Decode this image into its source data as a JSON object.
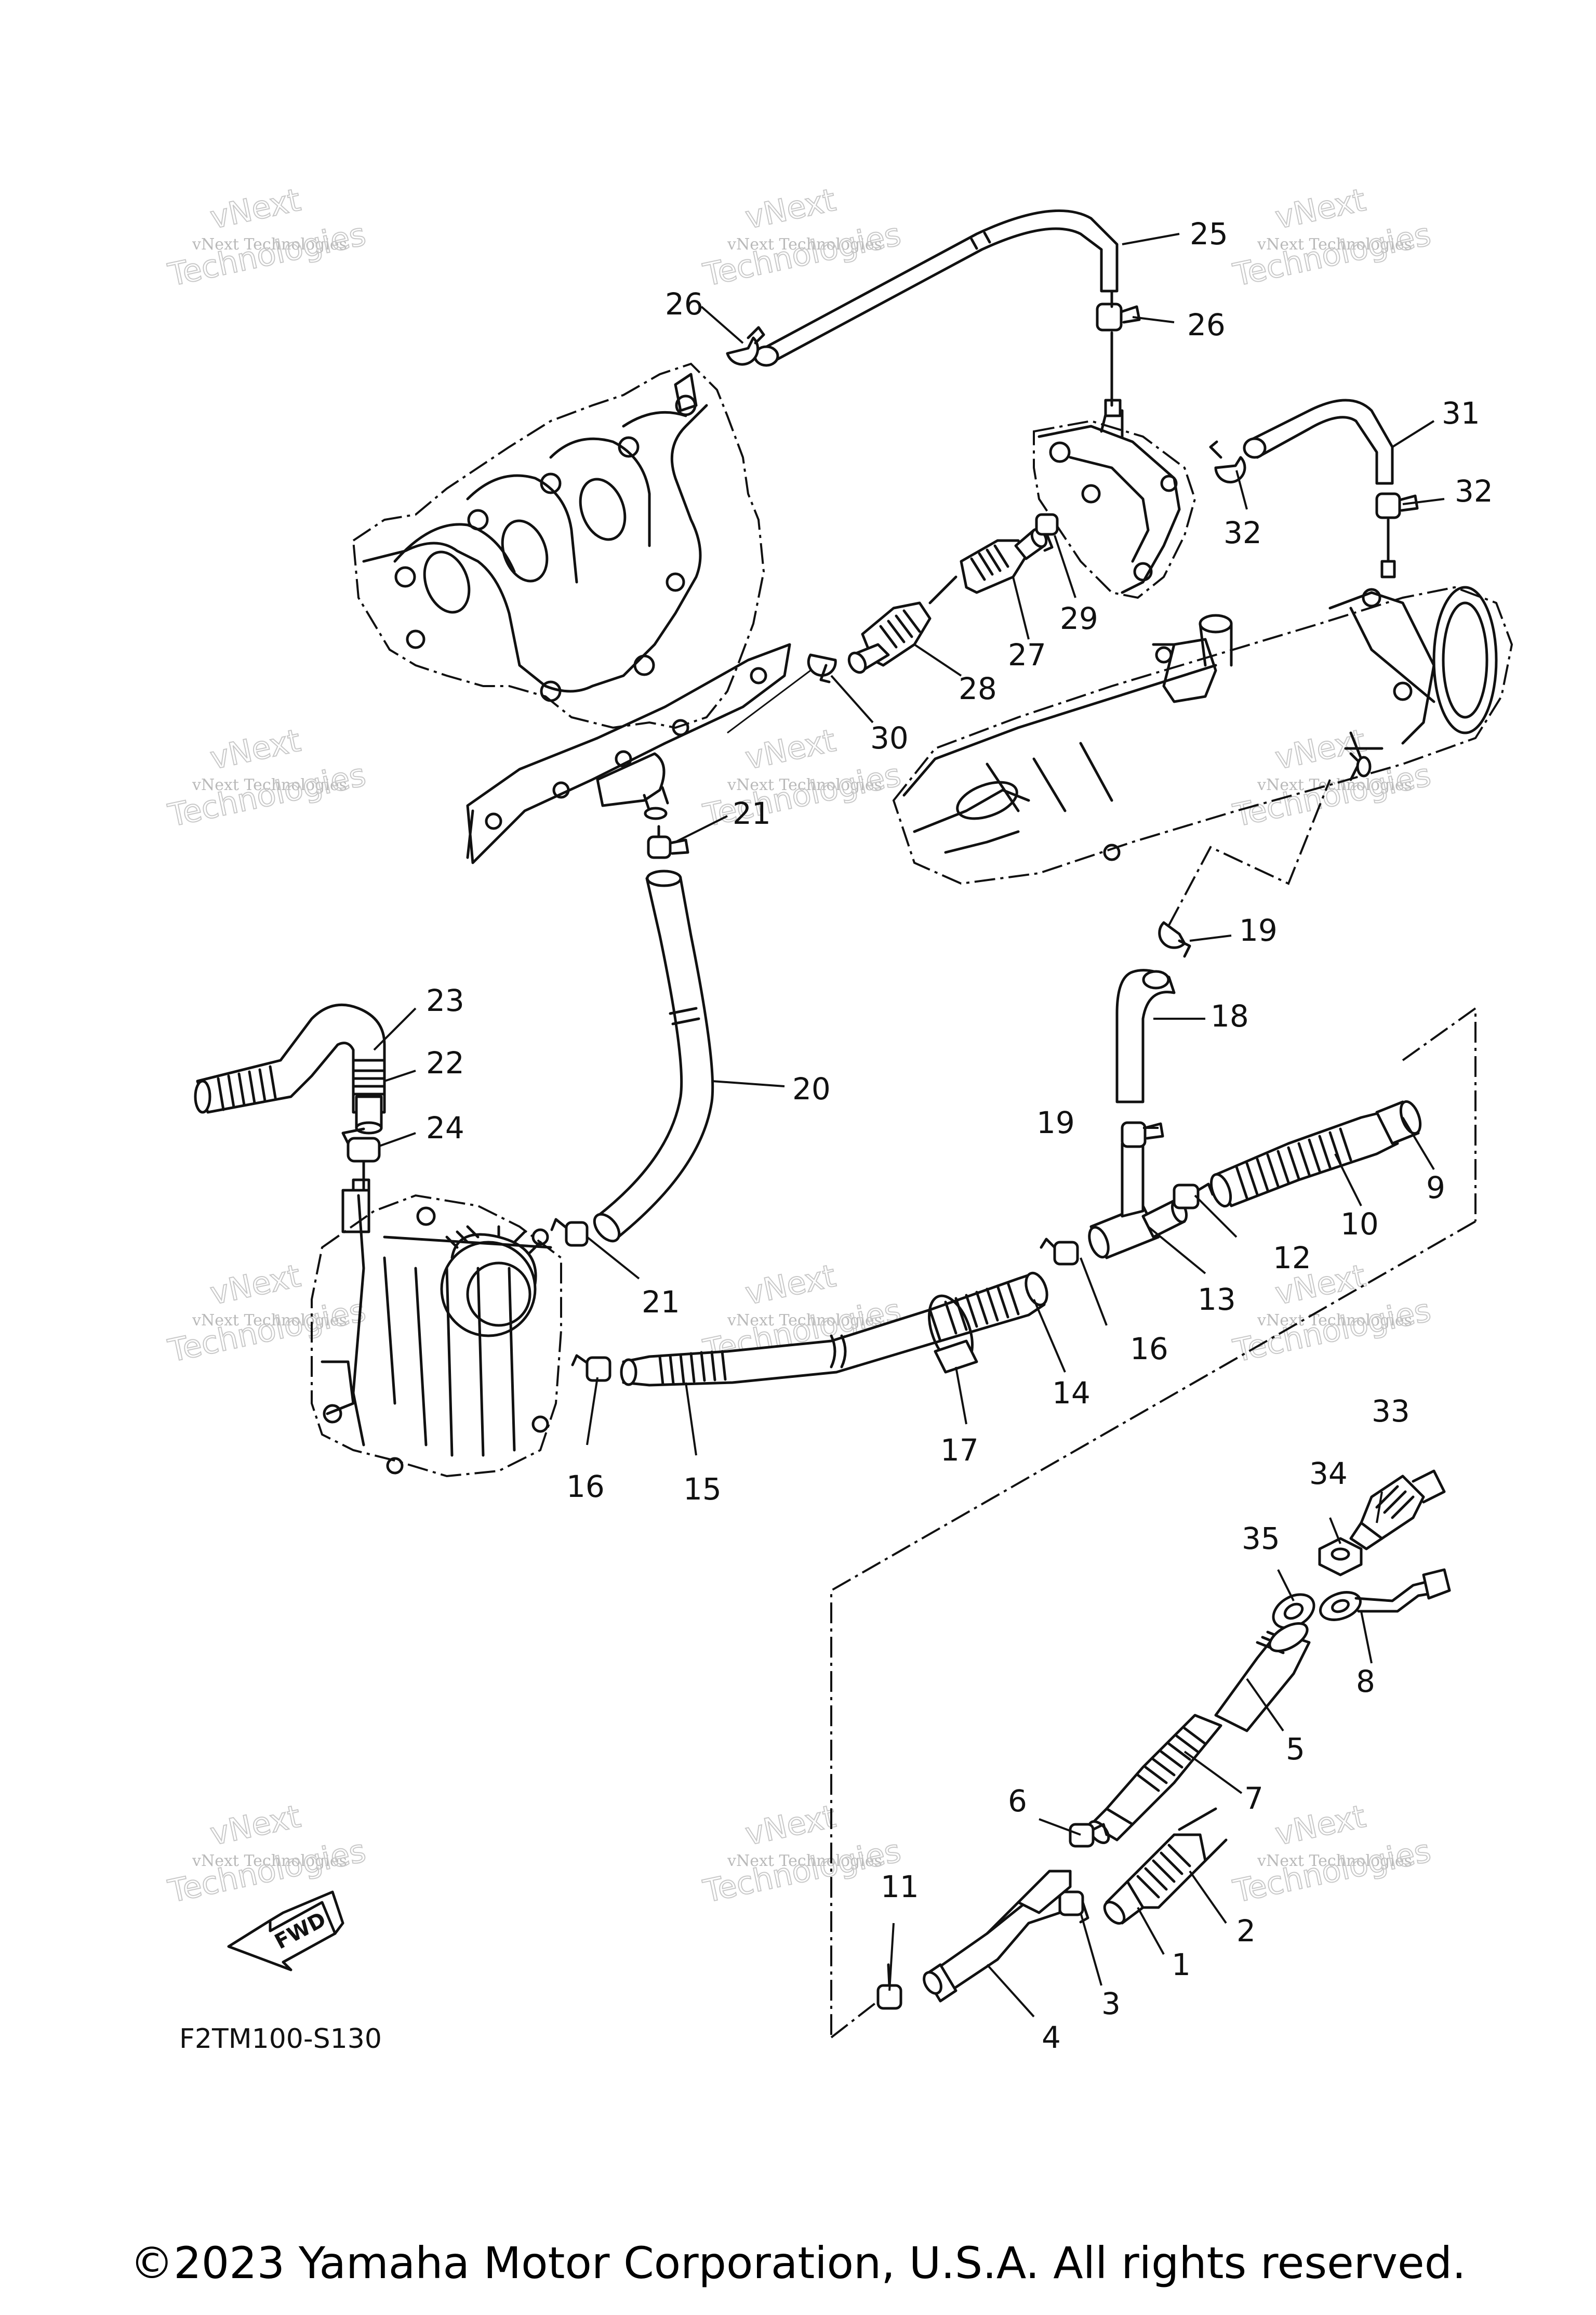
{
  "diagram": {
    "code": "F2TM100-S130",
    "fwd_label": "FWD",
    "copyright": "©2023 Yamaha Motor Corporation, U.S.A. All rights reserved.",
    "watermark": {
      "line1": "vNext",
      "line2": "vNext Technologies",
      "line3": "Technologies"
    },
    "callouts": [
      "1",
      "2",
      "3",
      "4",
      "5",
      "6",
      "7",
      "8",
      "9",
      "10",
      "11",
      "12",
      "13",
      "14",
      "15",
      "16",
      "17",
      "18",
      "19",
      "20",
      "21",
      "22",
      "23",
      "24",
      "25",
      "26",
      "27",
      "28",
      "29",
      "30",
      "31",
      "32",
      "33",
      "34",
      "35"
    ],
    "labels": {
      "c25": "25",
      "c26a": "26",
      "c26b": "26",
      "c31": "31",
      "c32a": "32",
      "c32b": "32",
      "c27": "27",
      "c29": "29",
      "c28": "28",
      "c30": "30",
      "c21a": "21",
      "c19a": "19",
      "c18": "18",
      "c23": "23",
      "c22": "22",
      "c20": "20",
      "c24": "24",
      "c19b": "19",
      "c9": "9",
      "c10": "10",
      "c12": "12",
      "c13": "13",
      "c21b": "21",
      "c16a": "16",
      "c14": "14",
      "c17": "17",
      "c16b": "16",
      "c15": "15",
      "c33": "33",
      "c34": "34",
      "c35": "35",
      "c8": "8",
      "c5": "5",
      "c7": "7",
      "c6": "6",
      "c11": "11",
      "c2": "2",
      "c1": "1",
      "c3": "3",
      "c4": "4"
    }
  }
}
